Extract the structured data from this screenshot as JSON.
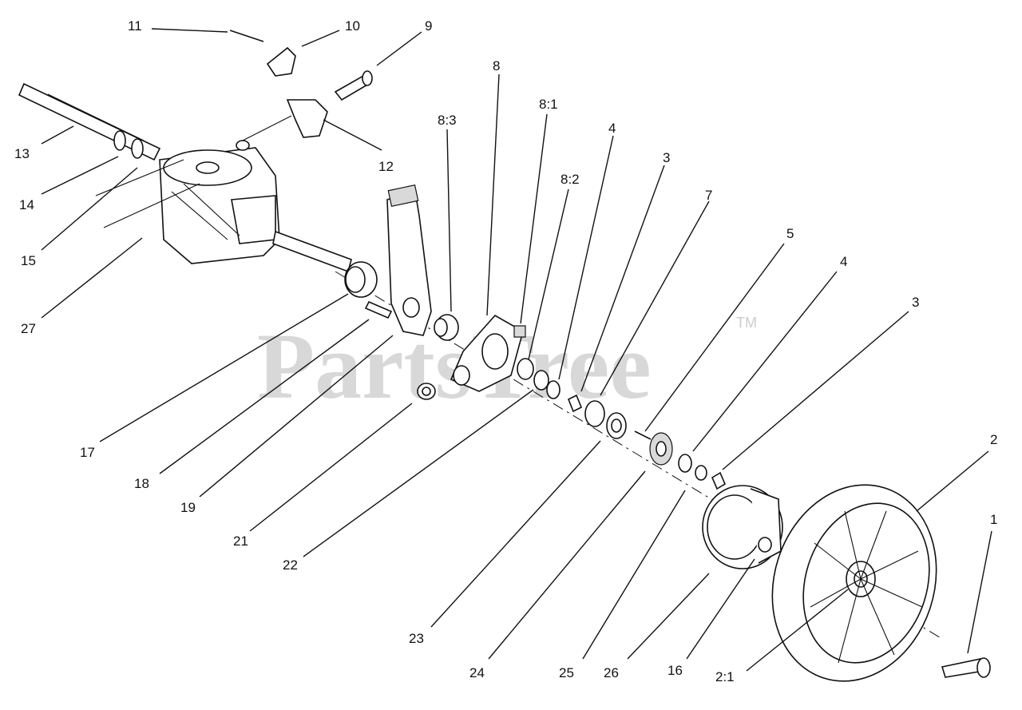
{
  "watermark": {
    "brand": "PartsTree",
    "trademark": "TM"
  },
  "callouts": {
    "c1": "1",
    "c2": "2",
    "c2_1": "2:1",
    "c3a": "3",
    "c3b": "3",
    "c4a": "4",
    "c4b": "4",
    "c5": "5",
    "c7": "7",
    "c8": "8",
    "c8_1": "8:1",
    "c8_2": "8:2",
    "c8_3": "8:3",
    "c9": "9",
    "c10": "10",
    "c11": "11",
    "c12": "12",
    "c13": "13",
    "c14": "14",
    "c15": "15",
    "c16": "16",
    "c17": "17",
    "c18": "18",
    "c19": "19",
    "c21": "21",
    "c22": "22",
    "c23": "23",
    "c24": "24",
    "c25": "25",
    "c26": "26",
    "c27": "27"
  }
}
